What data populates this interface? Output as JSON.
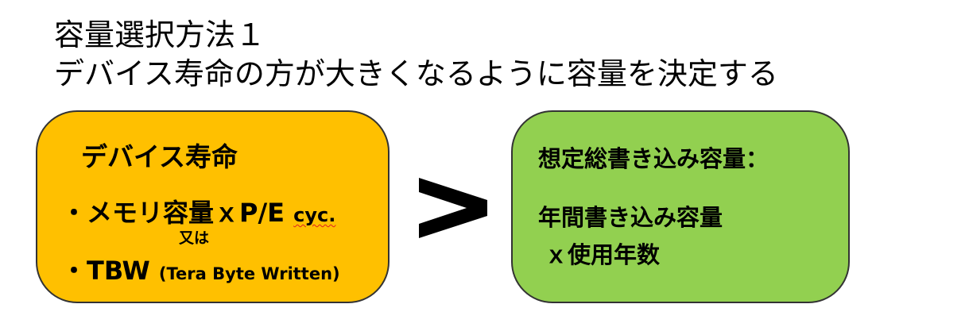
{
  "title": {
    "line1": "容量選択方法１",
    "line2": "デバイス寿命の方が大きくなるように容量を決定する"
  },
  "left_box": {
    "title": "デバイス寿命",
    "bullet1_main": "・メモリ容量ｘP/E",
    "bullet1_cyc": "cyc.",
    "or_text": "又は",
    "bullet2_main": "・TBW",
    "bullet2_small": "(Tera Byte Written)",
    "color": "#ffc000"
  },
  "comparison": {
    "operator_icon": "greater-than-icon"
  },
  "right_box": {
    "title": "想定総書き込み容量：",
    "formula_line1": "年間書き込み容量",
    "formula_line2": "ｘ使用年数",
    "color": "#92d050"
  }
}
